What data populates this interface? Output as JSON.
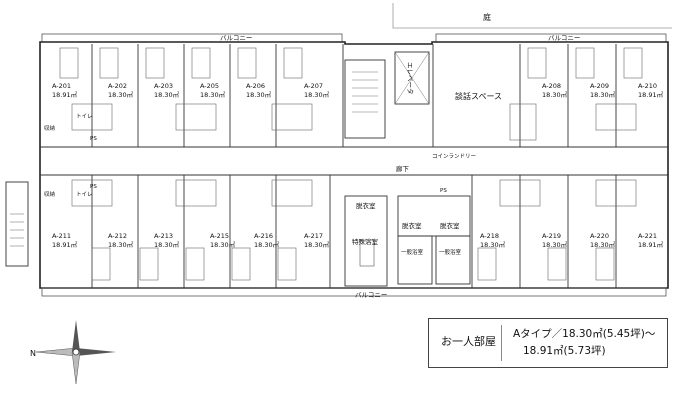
{
  "plan": {
    "garden": "庭",
    "balcony": "バルコニー",
    "corridor": "廊下",
    "elevator": "エレベータ",
    "lounge": "談話スペース",
    "laundry": "コインランドリー",
    "changing": "脱衣室",
    "special_bath": "特殊浴室",
    "general_bath": "一般浴室",
    "ps": "PS",
    "toilet": "トイレ",
    "storage": "収納",
    "top_rooms": [
      {
        "id": "A-201",
        "area": "18.91㎡"
      },
      {
        "id": "A-202",
        "area": "18.30㎡"
      },
      {
        "id": "A-203",
        "area": "18.30㎡"
      },
      {
        "id": "A-205",
        "area": "18.30㎡"
      },
      {
        "id": "A-206",
        "area": "18.30㎡"
      },
      {
        "id": "A-207",
        "area": "18.30㎡"
      },
      {
        "id": "A-208",
        "area": "18.30㎡"
      },
      {
        "id": "A-209",
        "area": "18.30㎡"
      },
      {
        "id": "A-210",
        "area": "18.91㎡"
      }
    ],
    "bottom_rooms": [
      {
        "id": "A-211",
        "area": "18.91㎡"
      },
      {
        "id": "A-212",
        "area": "18.30㎡"
      },
      {
        "id": "A-213",
        "area": "18.30㎡"
      },
      {
        "id": "A-215",
        "area": "18.30㎡"
      },
      {
        "id": "A-216",
        "area": "18.30㎡"
      },
      {
        "id": "A-217",
        "area": "18.30㎡"
      },
      {
        "id": "A-218",
        "area": "18.30㎡"
      },
      {
        "id": "A-219",
        "area": "18.30㎡"
      },
      {
        "id": "A-220",
        "area": "18.30㎡"
      },
      {
        "id": "A-221",
        "area": "18.91㎡"
      }
    ]
  },
  "compass": {
    "north": "N"
  },
  "legend": {
    "label": "お一人部屋",
    "line1": "Aタイプ／18.30㎡(5.45坪)〜",
    "line2": "18.91㎡(5.73坪)"
  }
}
